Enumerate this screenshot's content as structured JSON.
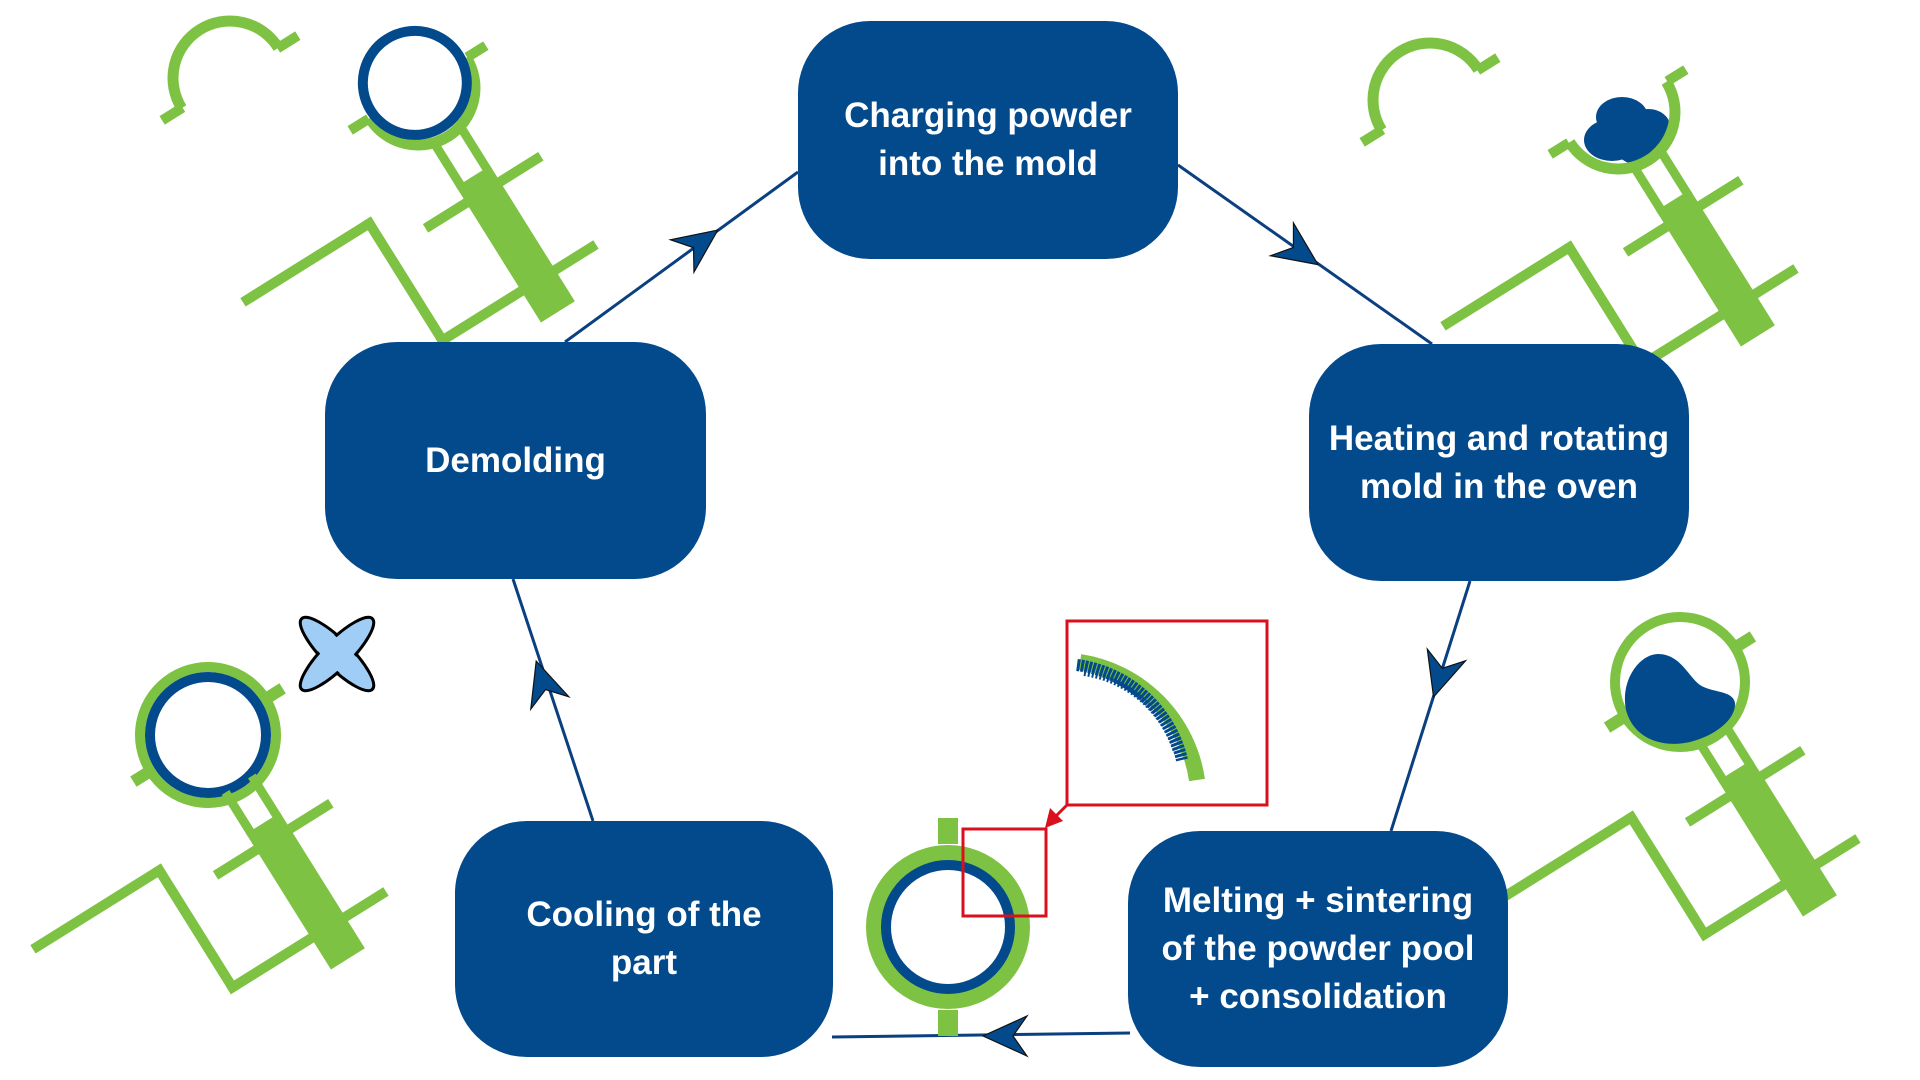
{
  "title": "Rotational molding process cycle",
  "colors": {
    "box": "#034a8c",
    "line": "#0a3f80",
    "green": "#7dc242",
    "blue": "#034a8c",
    "highlight": "#d9101e",
    "fan": "#9fcdf5"
  },
  "steps": [
    {
      "id": "charging",
      "label": "Charging powder\ninto the mold"
    },
    {
      "id": "heating",
      "label": "Heating and rotating\nmold in the oven"
    },
    {
      "id": "melting",
      "label": "Melting + sintering\nof the powder pool\n+ consolidation"
    },
    {
      "id": "cooling",
      "label": "Cooling of the\npart"
    },
    {
      "id": "demolding",
      "label": "Demolding"
    }
  ],
  "flow": [
    {
      "from": "charging",
      "to": "heating"
    },
    {
      "from": "heating",
      "to": "melting"
    },
    {
      "from": "melting",
      "to": "cooling"
    },
    {
      "from": "cooling",
      "to": "demolding"
    },
    {
      "from": "demolding",
      "to": "charging"
    }
  ],
  "illustrations": [
    {
      "id": "open-mold-empty",
      "state": "mold opened, empty"
    },
    {
      "id": "open-mold-powder",
      "state": "mold opened, powder charged"
    },
    {
      "id": "mold-rotating",
      "state": "closed mold with powder pool"
    },
    {
      "id": "mold-cooling",
      "state": "closed mold with consolidated part, cooling fan"
    },
    {
      "id": "mold-section",
      "state": "mold with sintered layer, detail inset"
    }
  ]
}
